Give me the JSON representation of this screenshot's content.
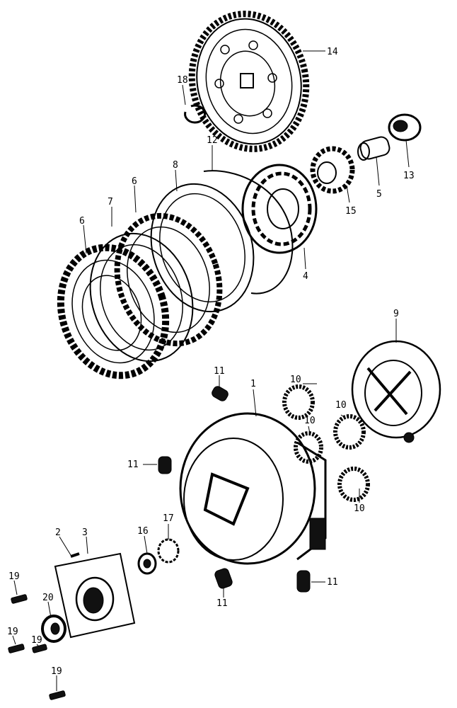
{
  "callouts": [
    {
      "id": "c14",
      "text": "14"
    },
    {
      "id": "c18",
      "text": "18"
    },
    {
      "id": "c12",
      "text": "12"
    },
    {
      "id": "c8",
      "text": "8"
    },
    {
      "id": "c13",
      "text": "13"
    },
    {
      "id": "c5",
      "text": "5"
    },
    {
      "id": "c15",
      "text": "15"
    },
    {
      "id": "c6a",
      "text": "6"
    },
    {
      "id": "c7",
      "text": "7"
    },
    {
      "id": "c6b",
      "text": "6"
    },
    {
      "id": "c4",
      "text": "4"
    },
    {
      "id": "c9",
      "text": "9"
    },
    {
      "id": "c11a",
      "text": "11"
    },
    {
      "id": "c1",
      "text": "1"
    },
    {
      "id": "c10a",
      "text": "10"
    },
    {
      "id": "c10b",
      "text": "10"
    },
    {
      "id": "c10c",
      "text": "10"
    },
    {
      "id": "c10d",
      "text": "10"
    },
    {
      "id": "c11b",
      "text": "11"
    },
    {
      "id": "c2",
      "text": "2"
    },
    {
      "id": "c3",
      "text": "3"
    },
    {
      "id": "c16",
      "text": "16"
    },
    {
      "id": "c17",
      "text": "17"
    },
    {
      "id": "c11c",
      "text": "11"
    },
    {
      "id": "c11d",
      "text": "11"
    },
    {
      "id": "c19a",
      "text": "19"
    },
    {
      "id": "c20",
      "text": "20"
    },
    {
      "id": "c19b",
      "text": "19"
    },
    {
      "id": "c19c",
      "text": "19"
    },
    {
      "id": "c19d",
      "text": "19"
    }
  ]
}
